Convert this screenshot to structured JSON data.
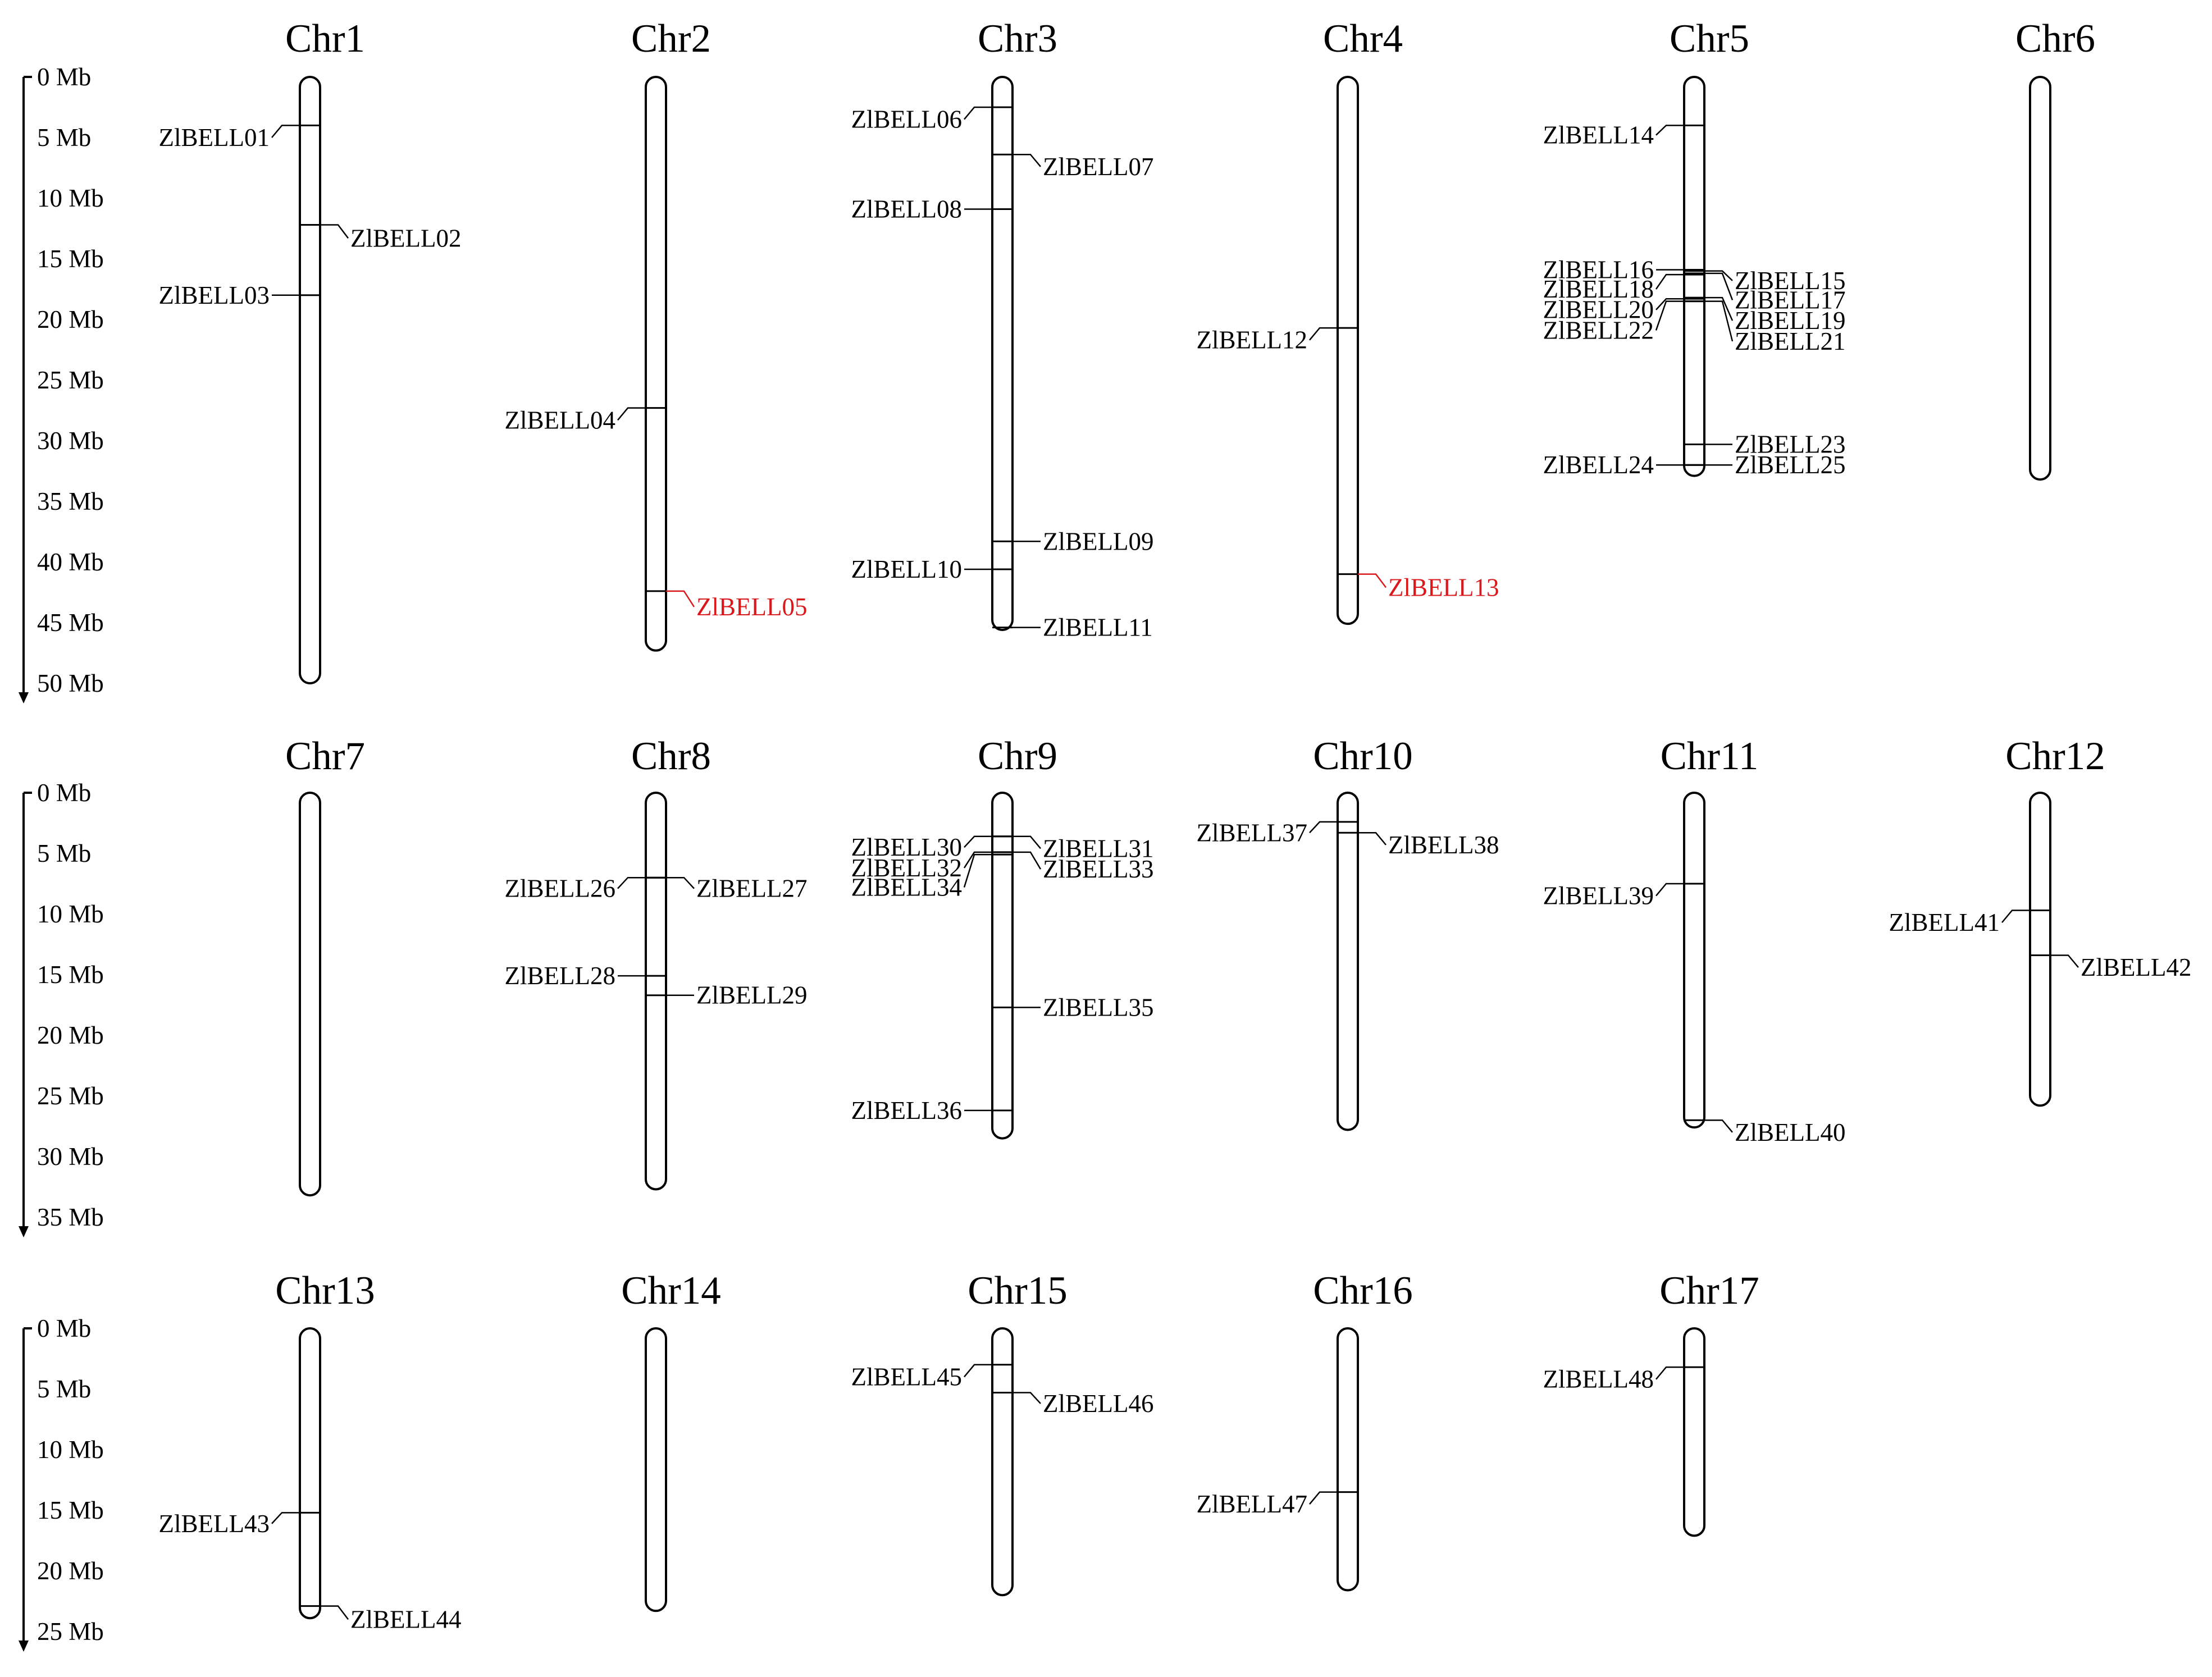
{
  "figure": {
    "colors": {
      "stroke": "#000000",
      "highlight": "#d9181b",
      "background": "#ffffff"
    },
    "highlighted_genes": [
      "ZlBELL05",
      "ZlBELL13"
    ],
    "scale_unit": "Mb",
    "rows": [
      {
        "scale_max_mb": 50,
        "scale_ticks": [
          {
            "value": 0,
            "label": "0 Mb"
          },
          {
            "value": 5,
            "label": "5 Mb"
          },
          {
            "value": 10,
            "label": "10 Mb"
          },
          {
            "value": 15,
            "label": "15 Mb"
          },
          {
            "value": 20,
            "label": "20 Mb"
          },
          {
            "value": 25,
            "label": "25 Mb"
          },
          {
            "value": 30,
            "label": "30 Mb"
          },
          {
            "value": 35,
            "label": "35 Mb"
          },
          {
            "value": 40,
            "label": "40 Mb"
          },
          {
            "value": 45,
            "label": "45 Mb"
          },
          {
            "value": 50,
            "label": "50 Mb"
          }
        ],
        "chromosomes": [
          {
            "name": "Chr1",
            "length_mb": 50.0,
            "genes": [
              {
                "name": "ZlBELL01",
                "pos_mb": 4.0,
                "side": "left",
                "label_mb": 5.0
              },
              {
                "name": "ZlBELL02",
                "pos_mb": 12.2,
                "side": "right",
                "label_mb": 13.3
              },
              {
                "name": "ZlBELL03",
                "pos_mb": 18.0,
                "side": "left",
                "label_mb": 18.0
              }
            ]
          },
          {
            "name": "Chr2",
            "length_mb": 47.3,
            "genes": [
              {
                "name": "ZlBELL04",
                "pos_mb": 27.3,
                "side": "left",
                "label_mb": 28.3
              },
              {
                "name": "ZlBELL05",
                "pos_mb": 42.4,
                "side": "right",
                "label_mb": 43.7
              }
            ]
          },
          {
            "name": "Chr3",
            "length_mb": 45.6,
            "genes": [
              {
                "name": "ZlBELL06",
                "pos_mb": 2.5,
                "side": "left",
                "label_mb": 3.5
              },
              {
                "name": "ZlBELL07",
                "pos_mb": 6.4,
                "side": "right",
                "label_mb": 7.4
              },
              {
                "name": "ZlBELL08",
                "pos_mb": 10.9,
                "side": "left",
                "label_mb": 10.9
              },
              {
                "name": "ZlBELL09",
                "pos_mb": 38.3,
                "side": "right",
                "label_mb": 38.3
              },
              {
                "name": "ZlBELL10",
                "pos_mb": 40.6,
                "side": "left",
                "label_mb": 40.6
              },
              {
                "name": "ZlBELL11",
                "pos_mb": 45.4,
                "side": "right",
                "label_mb": 45.4
              }
            ]
          },
          {
            "name": "Chr4",
            "length_mb": 45.1,
            "genes": [
              {
                "name": "ZlBELL12",
                "pos_mb": 20.7,
                "side": "left",
                "label_mb": 21.7
              },
              {
                "name": "ZlBELL13",
                "pos_mb": 41.0,
                "side": "right",
                "label_mb": 42.1
              }
            ]
          },
          {
            "name": "Chr5",
            "length_mb": 32.9,
            "genes": [
              {
                "name": "ZlBELL14",
                "pos_mb": 4.0,
                "side": "left",
                "label_mb": 4.8
              },
              {
                "name": "ZlBELL15",
                "pos_mb": 16.0,
                "side": "right",
                "label_mb": 16.8
              },
              {
                "name": "ZlBELL16",
                "pos_mb": 15.9,
                "side": "left",
                "label_mb": 15.9
              },
              {
                "name": "ZlBELL17",
                "pos_mb": 16.2,
                "side": "right",
                "label_mb": 18.4
              },
              {
                "name": "ZlBELL18",
                "pos_mb": 16.3,
                "side": "left",
                "label_mb": 17.5
              },
              {
                "name": "ZlBELL19",
                "pos_mb": 18.2,
                "side": "right",
                "label_mb": 20.1
              },
              {
                "name": "ZlBELL20",
                "pos_mb": 18.3,
                "side": "left",
                "label_mb": 19.2
              },
              {
                "name": "ZlBELL21",
                "pos_mb": 18.5,
                "side": "right",
                "label_mb": 21.8
              },
              {
                "name": "ZlBELL22",
                "pos_mb": 18.5,
                "side": "left",
                "label_mb": 20.9
              },
              {
                "name": "ZlBELL23",
                "pos_mb": 30.3,
                "side": "right",
                "label_mb": 30.3
              },
              {
                "name": "ZlBELL24",
                "pos_mb": 32.0,
                "side": "left",
                "label_mb": 32.0
              },
              {
                "name": "ZlBELL25",
                "pos_mb": 32.0,
                "side": "right",
                "label_mb": 32.0
              }
            ]
          },
          {
            "name": "Chr6",
            "length_mb": 33.2,
            "genes": []
          }
        ]
      },
      {
        "scale_max_mb": 35,
        "scale_ticks": [
          {
            "value": 0,
            "label": "0 Mb"
          },
          {
            "value": 5,
            "label": "5 Mb"
          },
          {
            "value": 10,
            "label": "10 Mb"
          },
          {
            "value": 15,
            "label": "15 Mb"
          },
          {
            "value": 20,
            "label": "20 Mb"
          },
          {
            "value": 25,
            "label": "25 Mb"
          },
          {
            "value": 30,
            "label": "30 Mb"
          },
          {
            "value": 35,
            "label": "35 Mb"
          }
        ],
        "chromosomes": [
          {
            "name": "Chr7",
            "length_mb": 33.2,
            "genes": []
          },
          {
            "name": "Chr8",
            "length_mb": 32.7,
            "genes": [
              {
                "name": "ZlBELL26",
                "pos_mb": 7.0,
                "side": "left",
                "label_mb": 7.9
              },
              {
                "name": "ZlBELL27",
                "pos_mb": 7.0,
                "side": "right",
                "label_mb": 7.9
              },
              {
                "name": "ZlBELL28",
                "pos_mb": 15.1,
                "side": "left",
                "label_mb": 15.1
              },
              {
                "name": "ZlBELL29",
                "pos_mb": 16.7,
                "side": "right",
                "label_mb": 16.7
              }
            ]
          },
          {
            "name": "Chr9",
            "length_mb": 28.5,
            "genes": [
              {
                "name": "ZlBELL30",
                "pos_mb": 3.6,
                "side": "left",
                "label_mb": 4.5
              },
              {
                "name": "ZlBELL31",
                "pos_mb": 3.6,
                "side": "right",
                "label_mb": 4.6
              },
              {
                "name": "ZlBELL32",
                "pos_mb": 4.9,
                "side": "left",
                "label_mb": 6.2
              },
              {
                "name": "ZlBELL33",
                "pos_mb": 4.9,
                "side": "right",
                "label_mb": 6.3
              },
              {
                "name": "ZlBELL34",
                "pos_mb": 5.1,
                "side": "left",
                "label_mb": 7.8
              },
              {
                "name": "ZlBELL35",
                "pos_mb": 17.7,
                "side": "right",
                "label_mb": 17.7
              },
              {
                "name": "ZlBELL36",
                "pos_mb": 26.2,
                "side": "left",
                "label_mb": 26.2
              }
            ]
          },
          {
            "name": "Chr10",
            "length_mb": 27.8,
            "genes": [
              {
                "name": "ZlBELL37",
                "pos_mb": 2.4,
                "side": "left",
                "label_mb": 3.3
              },
              {
                "name": "ZlBELL38",
                "pos_mb": 3.3,
                "side": "right",
                "label_mb": 4.3
              }
            ]
          },
          {
            "name": "Chr11",
            "length_mb": 27.6,
            "genes": [
              {
                "name": "ZlBELL39",
                "pos_mb": 7.5,
                "side": "left",
                "label_mb": 8.5
              },
              {
                "name": "ZlBELL40",
                "pos_mb": 27.0,
                "side": "right",
                "label_mb": 28.0
              }
            ]
          },
          {
            "name": "Chr12",
            "length_mb": 25.8,
            "genes": [
              {
                "name": "ZlBELL41",
                "pos_mb": 9.7,
                "side": "left",
                "label_mb": 10.7
              },
              {
                "name": "ZlBELL42",
                "pos_mb": 13.4,
                "side": "right",
                "label_mb": 14.4
              }
            ]
          }
        ]
      },
      {
        "scale_max_mb": 25,
        "scale_ticks": [
          {
            "value": 0,
            "label": "0 Mb"
          },
          {
            "value": 5,
            "label": "5 Mb"
          },
          {
            "value": 10,
            "label": "10 Mb"
          },
          {
            "value": 15,
            "label": "15 Mb"
          },
          {
            "value": 20,
            "label": "20 Mb"
          },
          {
            "value": 25,
            "label": "25 Mb"
          }
        ],
        "chromosomes": [
          {
            "name": "Chr13",
            "length_mb": 23.9,
            "genes": [
              {
                "name": "ZlBELL43",
                "pos_mb": 15.2,
                "side": "left",
                "label_mb": 16.1
              },
              {
                "name": "ZlBELL44",
                "pos_mb": 22.9,
                "side": "right",
                "label_mb": 24.0
              }
            ]
          },
          {
            "name": "Chr14",
            "length_mb": 23.3,
            "genes": []
          },
          {
            "name": "Chr15",
            "length_mb": 22.0,
            "genes": [
              {
                "name": "ZlBELL45",
                "pos_mb": 3.0,
                "side": "left",
                "label_mb": 4.0
              },
              {
                "name": "ZlBELL46",
                "pos_mb": 5.3,
                "side": "right",
                "label_mb": 6.2
              }
            ]
          },
          {
            "name": "Chr16",
            "length_mb": 21.6,
            "genes": [
              {
                "name": "ZlBELL47",
                "pos_mb": 13.5,
                "side": "left",
                "label_mb": 14.5
              }
            ]
          },
          {
            "name": "Chr17",
            "length_mb": 17.1,
            "genes": [
              {
                "name": "ZlBELL48",
                "pos_mb": 3.2,
                "side": "left",
                "label_mb": 4.2
              }
            ]
          }
        ]
      }
    ]
  }
}
